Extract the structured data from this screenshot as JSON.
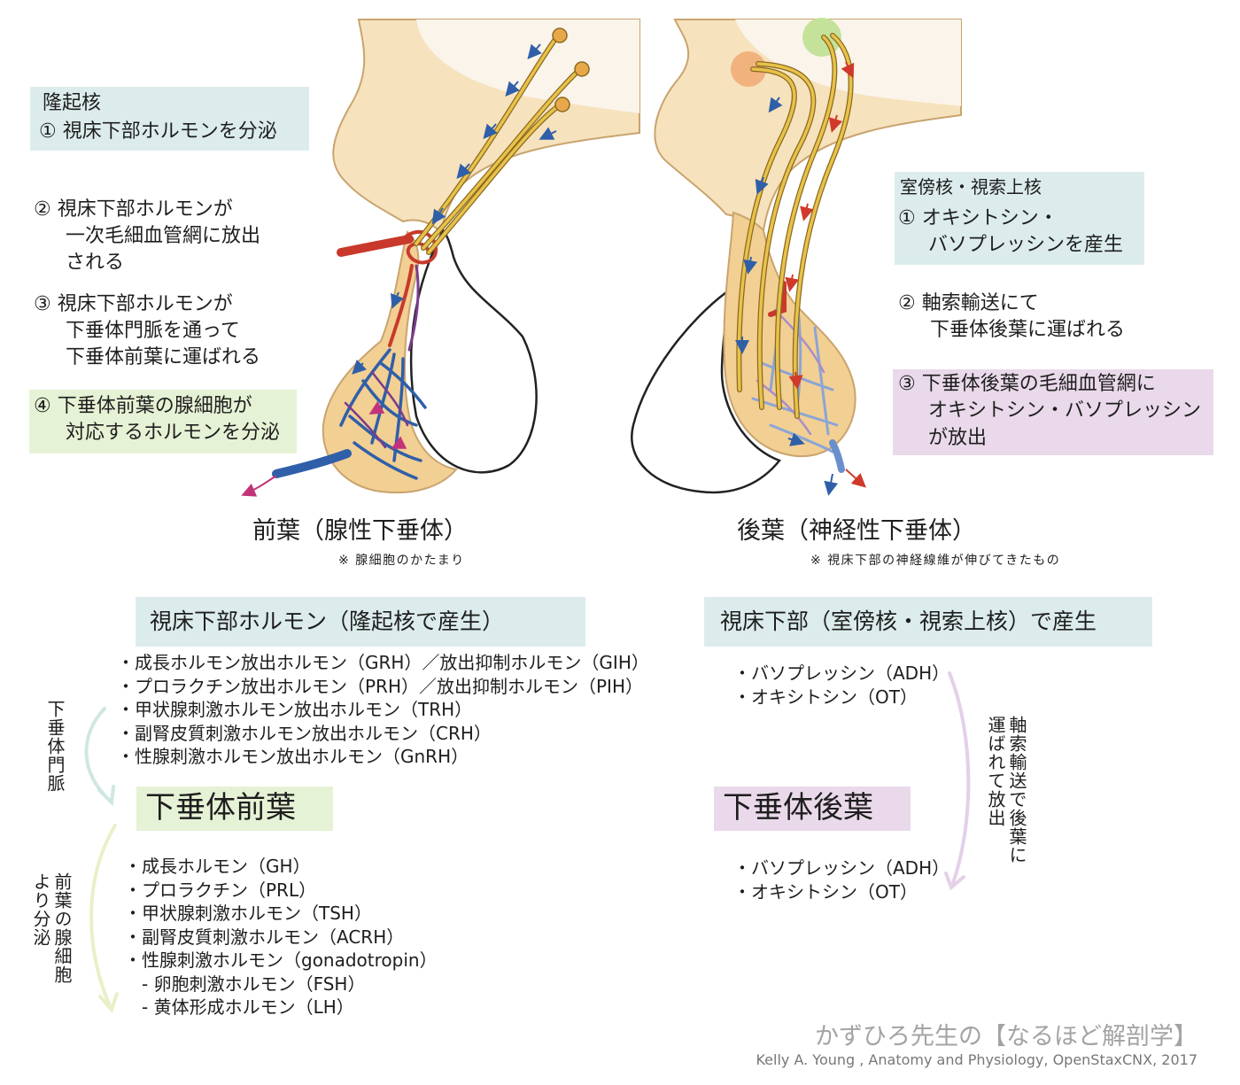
{
  "anterior": {
    "box1": {
      "title": "隆起核",
      "line": "① 視床下部ホルモンを分泌"
    },
    "step2": [
      "② 視床下部ホルモンが",
      "一次毛細血管網に放出",
      "される"
    ],
    "step3": [
      "③ 視床下部ホルモンが",
      "下垂体門脈を通って",
      "下垂体前葉に運ばれる"
    ],
    "step4": [
      "④ 下垂体前葉の腺細胞が",
      "対応するホルモンを分泌"
    ],
    "label": "前葉（腺性下垂体）",
    "note": "※ 腺細胞のかたまり"
  },
  "posterior": {
    "box1": {
      "title": "室傍核・視索上核",
      "lines": [
        "① オキシトシン・",
        "バソプレッシンを産生"
      ]
    },
    "step2": [
      "② 軸索輸送にて",
      "下垂体後葉に運ばれる"
    ],
    "step3": [
      "③ 下垂体後葉の毛細血管網に",
      "オキシトシン・バソプレッシン",
      "が放出"
    ],
    "label": "後葉（神経性下垂体）",
    "note": "※ 視床下部の神経線維が伸びてきたもの"
  },
  "left_panel": {
    "header": "視床下部ホルモン（隆起核で産生）",
    "hypothalamic": [
      "・成長ホルモン放出ホルモン（GRH）／放出抑制ホルモン（GIH）",
      "・プロラクチン放出ホルモン（PRH）／放出抑制ホルモン（PIH）",
      "・甲状腺刺激ホルモン放出ホルモン（TRH）",
      "・副腎皮質刺激ホルモン放出ホルモン（CRH）",
      "・性腺刺激ホルモン放出ホルモン（GnRH）"
    ],
    "arrow1_label": "下垂体門脈",
    "target": "下垂体前葉",
    "arrow2_label": [
      "前葉の腺細胞",
      "より分泌"
    ],
    "anterior_hormones": [
      "・成長ホルモン（GH）",
      "・プロラクチン（PRL）",
      "・甲状腺刺激ホルモン（TSH）",
      "・副腎皮質刺激ホルモン（ACRH）",
      "・性腺刺激ホルモン（gonadotropin）",
      "　- 卵胞刺激ホルモン（FSH）",
      "　- 黄体形成ホルモン（LH）"
    ]
  },
  "right_panel": {
    "header": "視床下部（室傍核・視索上核）で産生",
    "hormones_top": [
      "・バソプレッシン（ADH）",
      "・オキシトシン（OT）"
    ],
    "arrow_label": [
      "軸索輸送で後葉に",
      "運ばれて放出"
    ],
    "target": "下垂体後葉",
    "hormones_bottom": [
      "・バソプレッシン（ADH）",
      "・オキシトシン（OT）"
    ]
  },
  "footer": {
    "brand": "かずひろ先生の【なるほど解剖学】",
    "credit": "Kelly A. Young , Anatomy and Physiology, OpenStaxCNX, 2017"
  },
  "colors": {
    "teal_box": "#dcecec",
    "green_box": "#e6f2d5",
    "purple_box": "#e9d9ea",
    "tissue": "#f6e2bd",
    "gland": "#f2cf93",
    "artery": "#c8392b",
    "vein": "#2f5fa8",
    "axon": "#e8c24a"
  }
}
